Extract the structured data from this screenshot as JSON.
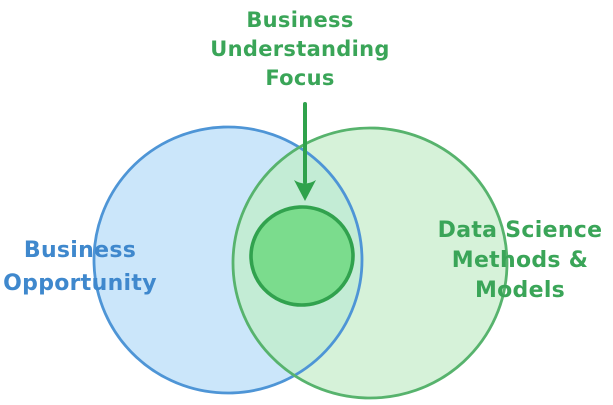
{
  "diagram": {
    "type": "venn-diagram",
    "title": {
      "text": "Business Understanding Focus",
      "lines": [
        "Business",
        "Understanding",
        "Focus"
      ]
    },
    "sets": [
      {
        "id": "business-opportunity",
        "label": "Business Opportunity",
        "lines": [
          "Business",
          "Opportunity"
        ]
      },
      {
        "id": "data-science-methods-models",
        "label": "Data Science Methods & Models",
        "lines": [
          "Data Science",
          "Methods &",
          "Models"
        ]
      }
    ],
    "intersection": {
      "marker": "filled-focus-circle",
      "annotated_by": "arrow from title"
    }
  },
  "colors": {
    "background": "#ffffff",
    "blue_fill": "#cbe6fa",
    "blue_stroke": "#4e95d6",
    "blue_text": "#3f88cd",
    "green_fill": "#d6f2d9",
    "green_stroke": "#57b36d",
    "green_text": "#3aa558",
    "overlap_fill": "#c3ecd5",
    "focus_fill": "#7bdc8d",
    "focus_stroke": "#31a24e",
    "arrow": "#2fa24c"
  }
}
